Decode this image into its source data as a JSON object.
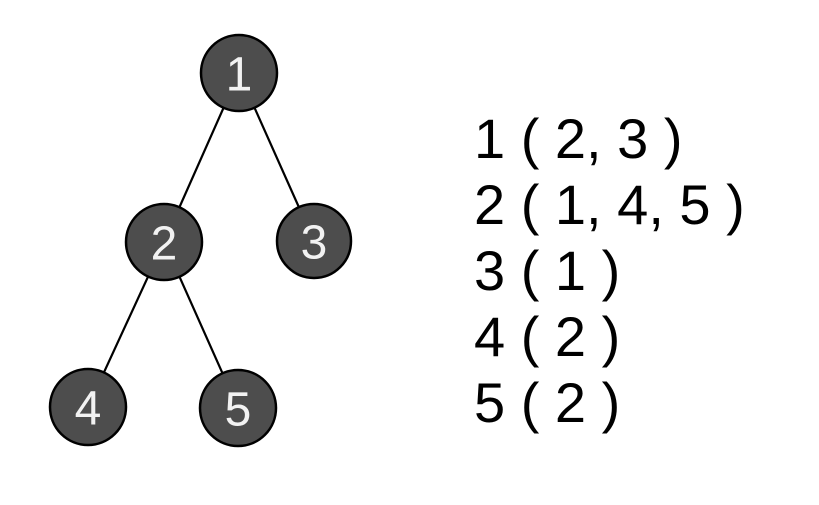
{
  "figure": {
    "background_color": "#ffffff"
  },
  "tree": {
    "node_fill": "#4d4d4d",
    "node_stroke": "#000000",
    "node_label_color": "#f2f2f2",
    "edge_color": "#000000",
    "nodes": [
      {
        "id": "1",
        "label": "1"
      },
      {
        "id": "2",
        "label": "2"
      },
      {
        "id": "3",
        "label": "3"
      },
      {
        "id": "4",
        "label": "4"
      },
      {
        "id": "5",
        "label": "5"
      }
    ],
    "edges": [
      {
        "from": "1",
        "to": "2"
      },
      {
        "from": "1",
        "to": "3"
      },
      {
        "from": "2",
        "to": "4"
      },
      {
        "from": "2",
        "to": "5"
      }
    ]
  },
  "adjacency_list": {
    "text_color": "#000000",
    "rows": [
      {
        "node": "1",
        "neighbors": [
          "2",
          "3"
        ],
        "text": "1 ( 2, 3 )"
      },
      {
        "node": "2",
        "neighbors": [
          "1",
          "4",
          "5"
        ],
        "text": "2 ( 1, 4, 5 )"
      },
      {
        "node": "3",
        "neighbors": [
          "1"
        ],
        "text": "3 ( 1 )"
      },
      {
        "node": "4",
        "neighbors": [
          "2"
        ],
        "text": "4 ( 2 )"
      },
      {
        "node": "5",
        "neighbors": [
          "2"
        ],
        "text": "5 ( 2 )"
      }
    ]
  }
}
